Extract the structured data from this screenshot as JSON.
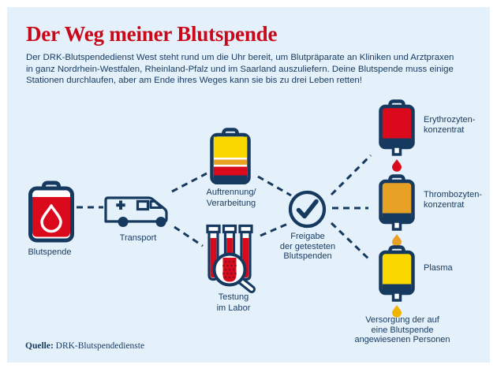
{
  "title": "Der Weg meiner Blutspende",
  "intro": {
    "line1": "Der DRK-Blutspendedienst West steht rund um die Uhr bereit, um Blutpräparate an Kliniken und Arztpraxen",
    "line2": "in ganz Nordrhein-Westfalen, Rheinland-Pfalz und im Saarland auszuliefern. Deine Blutspende muss einige",
    "line3": "Stationen durchlaufen, aber am Ende ihres Weges kann sie bis zu drei Leben retten!"
  },
  "flow": {
    "blutspende": {
      "label": "Blutspende",
      "icon": "blood-bag-icon"
    },
    "transport": {
      "label": "Transport",
      "icon": "ambulance-icon"
    },
    "auftrennung": {
      "line1": "Auftrennung/",
      "line2": "Verarbeitung",
      "icon": "separation-bag-icon"
    },
    "testung": {
      "line1": "Testung",
      "line2": "im Labor",
      "icon": "test-tubes-magnifier-icon"
    },
    "freigabe": {
      "line1": "Freigabe",
      "line2": "der getesteten",
      "line3": "Blutspenden",
      "icon": "checkmark-circle-icon"
    }
  },
  "products": [
    {
      "line1": "Erythrozyten-",
      "line2": "konzentrat",
      "icon": "red-product-bag-icon",
      "color": "#da0a1c"
    },
    {
      "line1": "Thrombozyten-",
      "line2": "konzentrat",
      "icon": "orange-product-bag-icon",
      "color": "#e7a226"
    },
    {
      "line1": "Plasma",
      "line2": "",
      "icon": "yellow-product-bag-icon",
      "color": "#fbd700"
    }
  ],
  "outcome": {
    "line1": "Versorgung der auf",
    "line2": "eine Blutspende",
    "line3": "angewiesenen Personen"
  },
  "source": {
    "label": "Quelle:",
    "value": "DRK-Blutspendedienste"
  },
  "colors": {
    "background": "#e4f1fa",
    "navy": "#16395f",
    "red": "#da0a1c",
    "title_red": "#c9091a",
    "yellow": "#fbd700",
    "orange": "#e7a226"
  }
}
